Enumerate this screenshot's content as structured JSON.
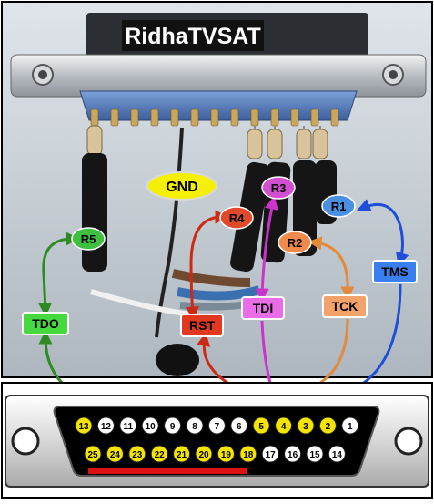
{
  "watermark": "RidhaTVSAT",
  "resistors": [
    {
      "id": "r1",
      "label": "R1"
    },
    {
      "id": "r2",
      "label": "R2"
    },
    {
      "id": "r3",
      "label": "R3"
    },
    {
      "id": "r4",
      "label": "R4"
    },
    {
      "id": "r5",
      "label": "R5"
    }
  ],
  "gnd_label": "GND",
  "signals": [
    {
      "id": "tms",
      "label": "TMS",
      "pin": "2",
      "color": "#1f4fd8"
    },
    {
      "id": "tck",
      "label": "TCK",
      "pin": "3",
      "color": "#e38a3a"
    },
    {
      "id": "tdi",
      "label": "TDI",
      "pin": "4",
      "color": "#cc33cc"
    },
    {
      "id": "rst",
      "label": "RST",
      "pin": "5",
      "color": "#cc2a15"
    },
    {
      "id": "tdo",
      "label": "TDO",
      "pin": "13",
      "color": "#2e8b24"
    }
  ],
  "connector": {
    "top_row": [
      "13",
      "12",
      "11",
      "10",
      "9",
      "8",
      "7",
      "6",
      "5",
      "4",
      "3",
      "2",
      "1"
    ],
    "bottom_row": [
      "25",
      "24",
      "23",
      "22",
      "21",
      "20",
      "19",
      "18",
      "17",
      "16",
      "15",
      "14"
    ],
    "highlighted_pins": [
      "13",
      "5",
      "4",
      "3",
      "2",
      "25",
      "24",
      "23",
      "22",
      "21",
      "20",
      "19",
      "18"
    ]
  },
  "colors": {
    "r1": "#4a90e2",
    "r2": "#f08a4b",
    "r3": "#d24fd2",
    "r4": "#e04a2a",
    "r5": "#3fbf3f",
    "gnd": "#f4f000",
    "tms_box": "#3a7ff0",
    "tck_box": "#f3a36a",
    "tdi_box": "#ea6de8",
    "rst_box": "#e2381f",
    "tdo_box": "#45d93f",
    "pin_highlight": "#f5e400",
    "ground_bar": "#d11"
  }
}
